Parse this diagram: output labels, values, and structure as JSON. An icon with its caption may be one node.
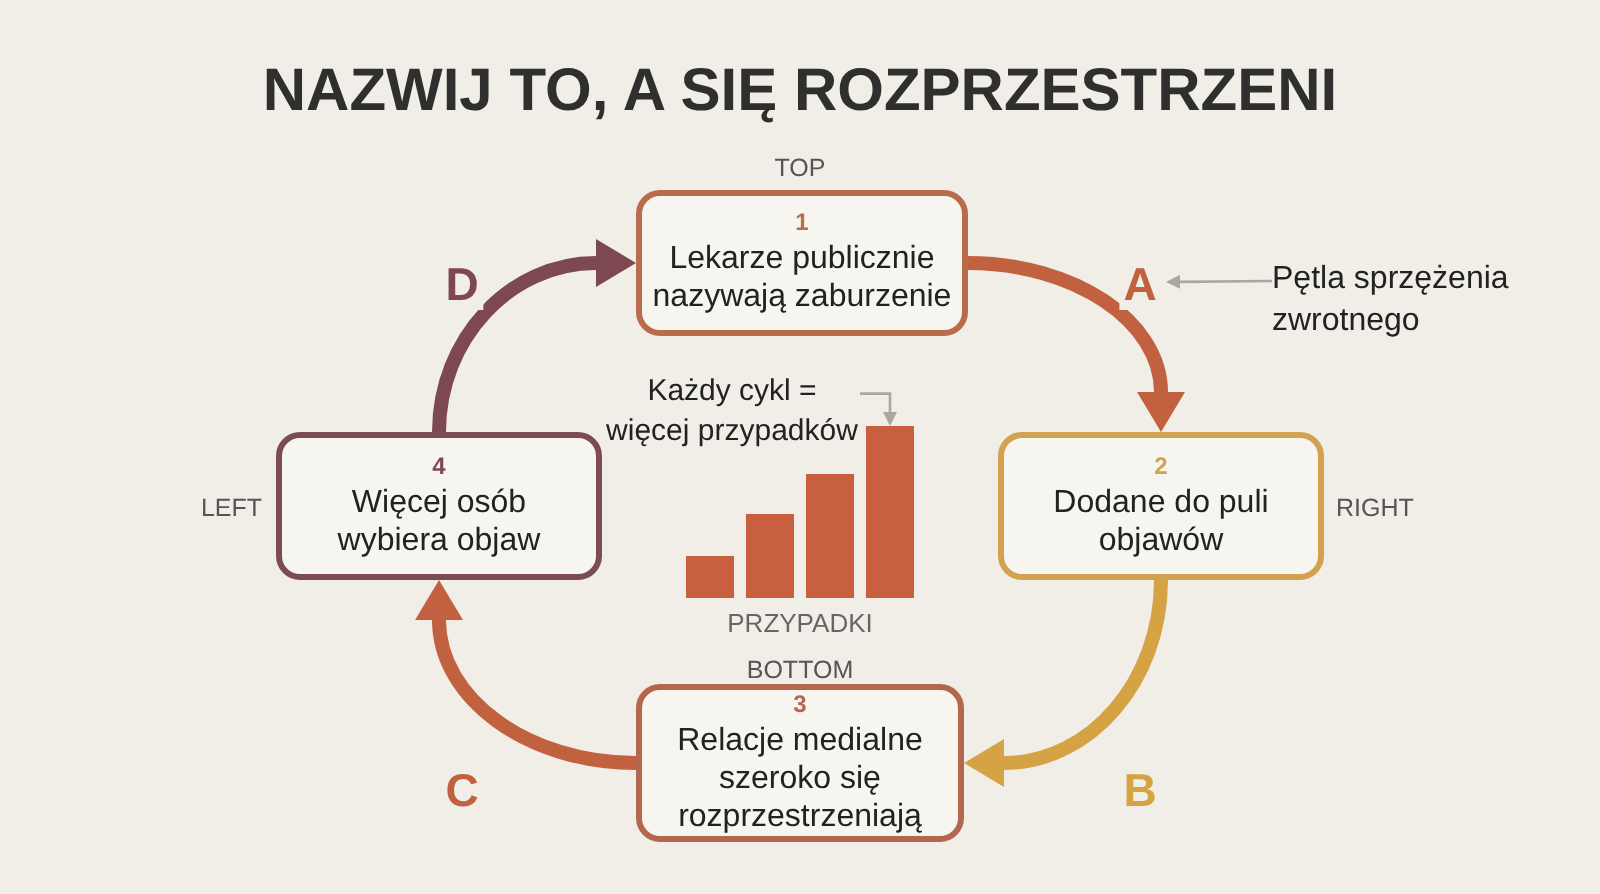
{
  "diagram": {
    "title": "NAZWIJ TO, A SIĘ ROZPRZESTRZENI",
    "nodes": [
      {
        "text": [
          "1",
          "Lekarze publicznie nazywają zaburzenie"
        ],
        "beside": [
          "TOP"
        ]
      },
      {
        "text": [
          "2",
          "Dodane do puli objawów"
        ],
        "beside": [
          "RIGHT"
        ]
      },
      {
        "text": [
          "3",
          "Relacje medialne szeroko się rozprzestrzeniają"
        ],
        "beside": [
          "BOTTOM"
        ]
      },
      {
        "text": [
          "4",
          "Więcej osób wybiera objaw"
        ],
        "beside": [
          "LEFT"
        ]
      },
      {
        "text": [
          "Pętla sprzężenia zwrotnego"
        ]
      },
      {
        "text": [
          "Każdy cykl = więcej przypadków"
        ]
      },
      {
        "text": [],
        "shape": "bar"
      }
    ],
    "edges": [
      {
        "from": 0,
        "to": 1,
        "arrow": "to",
        "label": "A",
        "color": "#c2613f"
      },
      {
        "from": 1,
        "to": 2,
        "arrow": "to",
        "label": "B",
        "color": "#d5a244"
      },
      {
        "from": 2,
        "to": 3,
        "arrow": "to",
        "label": "C",
        "color": "#c2613f"
      },
      {
        "from": 3,
        "to": 0,
        "arrow": "to",
        "label": "D",
        "color": "#7e4852"
      },
      {
        "from": 4,
        "to": null,
        "arrow": "to",
        "color": "#a9a7a0"
      },
      {
        "from": 5,
        "to": 6,
        "arrow": "to",
        "color": "#a9a7a0"
      }
    ],
    "labels": [
      "PRZYPADKI"
    ]
  }
}
